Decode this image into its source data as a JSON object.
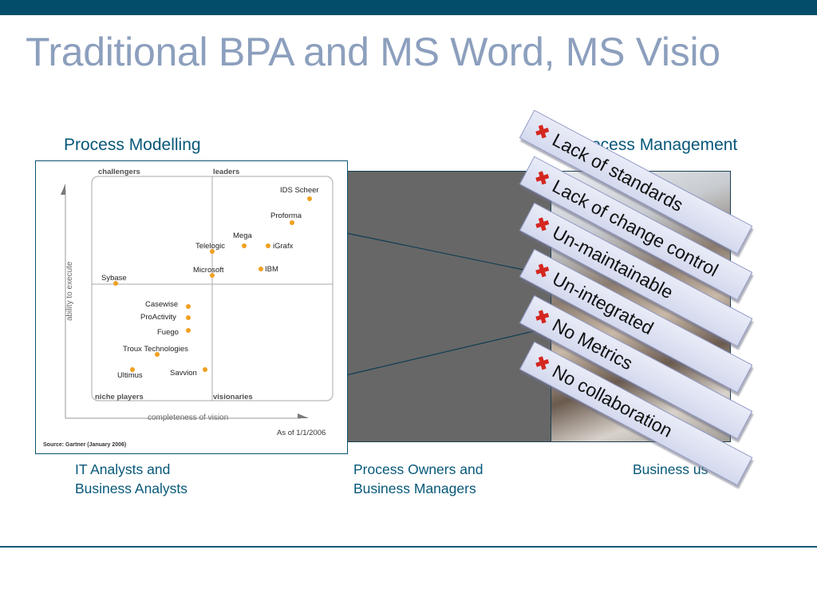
{
  "slide": {
    "title": "Traditional BPA and MS Word, MS Visio",
    "heading_left": "Process Modelling",
    "heading_right": "Process Management",
    "captions": {
      "left": [
        "IT Analysts and",
        "Business Analysts"
      ],
      "middle": [
        "Process Owners and",
        "Business Managers"
      ],
      "right": "Business us"
    },
    "issues": [
      "Lack of standards",
      "Lack of change control",
      "Un-maintainable",
      "Un-integrated",
      "No Metrics",
      "No collaboration"
    ],
    "issue_icon": "cross-mark-icon",
    "colors": {
      "header_bar": "#034d6a",
      "title": "#8c9fbd",
      "heading": "#075779",
      "cross_mark": "#d4261f",
      "stamp_fill": "#dde1f2",
      "vendor_dot": "#f0a020"
    }
  },
  "quadrant": {
    "quadrant_labels": {
      "top_left": "challengers",
      "top_right": "leaders",
      "bottom_left": "niche players",
      "bottom_right": "visionaries"
    },
    "y_axis_label": "ability to execute",
    "x_axis_label": "completeness of vision",
    "as_of": "As of 1/1/2006",
    "source": "Source: Gartner (January 2006)",
    "vendors": [
      {
        "name": "IDS Scheer"
      },
      {
        "name": "Proforma"
      },
      {
        "name": "Mega"
      },
      {
        "name": "iGrafx"
      },
      {
        "name": "Telelogic"
      },
      {
        "name": "Microsoft"
      },
      {
        "name": "IBM"
      },
      {
        "name": "Sybase"
      },
      {
        "name": "Casewise"
      },
      {
        "name": "ProActivity"
      },
      {
        "name": "Fuego"
      },
      {
        "name": "Troux Technologies"
      },
      {
        "name": "Ultimus"
      },
      {
        "name": "Savvion"
      }
    ]
  }
}
